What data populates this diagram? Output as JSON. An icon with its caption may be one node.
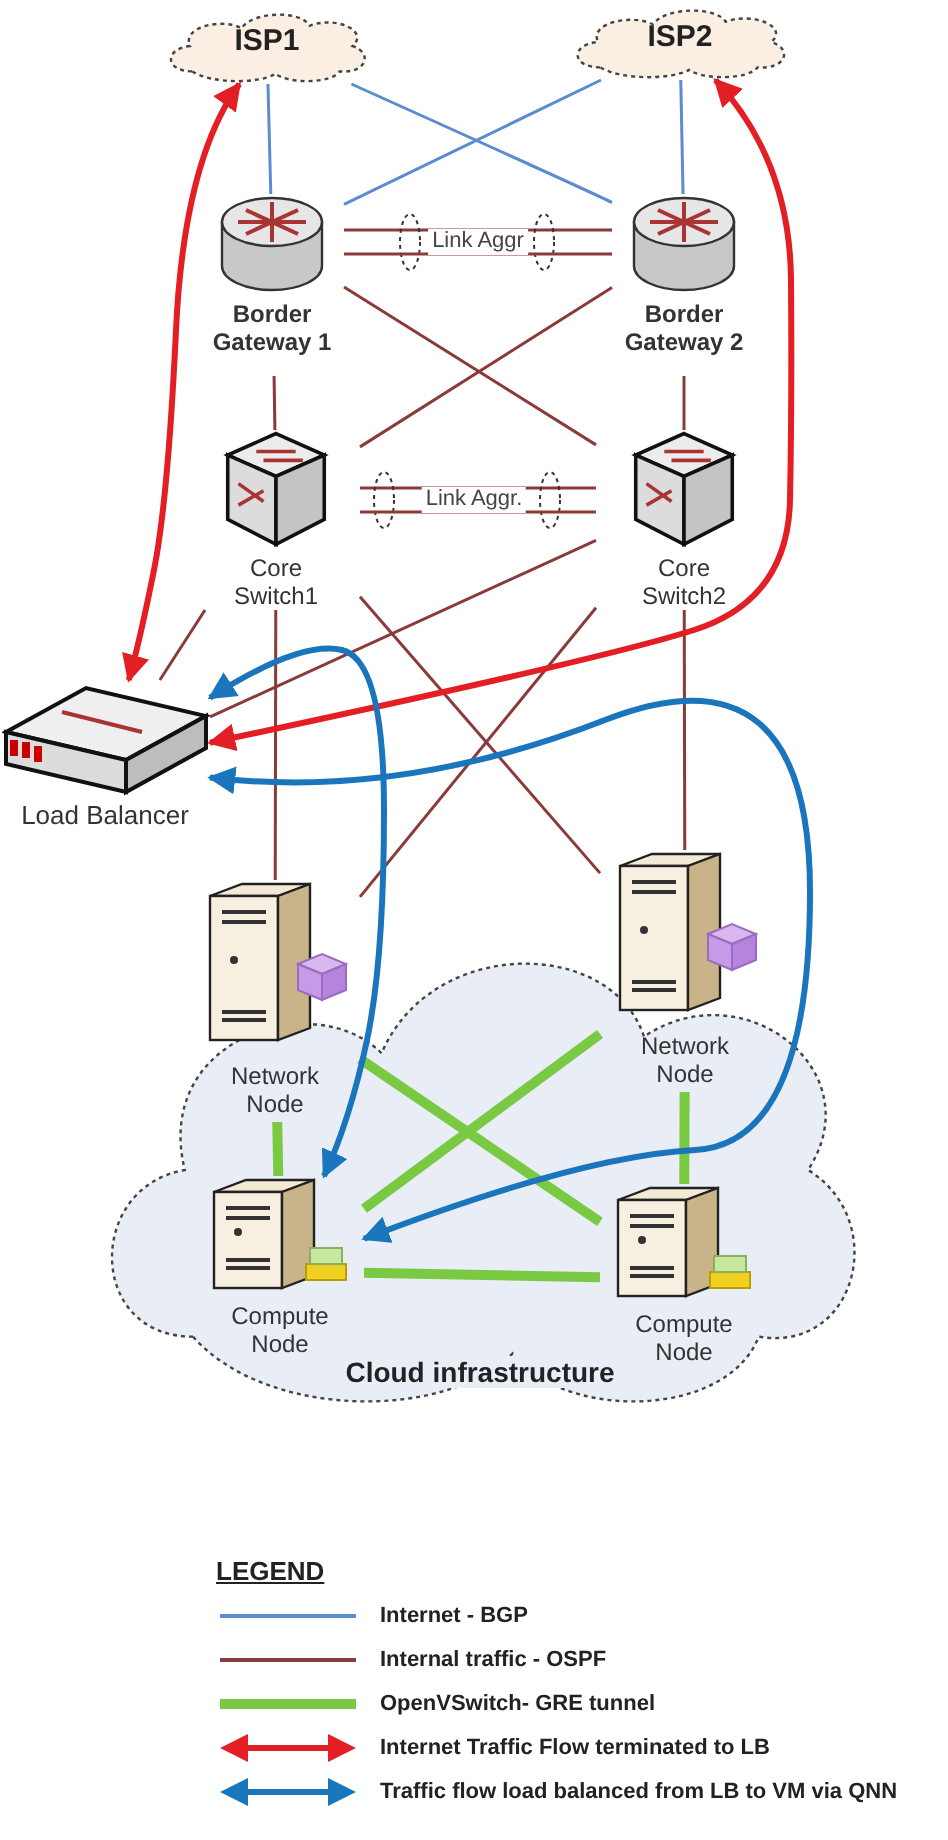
{
  "diagram": {
    "nodes": [
      {
        "text": [
          "ISP1"
        ]
      },
      {
        "text": [
          "ISP2"
        ]
      },
      {
        "text": [
          "Border Gateway 1"
        ]
      },
      {
        "text": [
          "Border Gateway 2"
        ]
      },
      {
        "text": [
          "Core Switch1"
        ]
      },
      {
        "text": [
          "Core Switch2"
        ]
      },
      {
        "text": [
          "Load Balancer"
        ]
      },
      {
        "text": [
          "Cloud infrastructure"
        ]
      },
      {
        "text": [
          "Network Node"
        ]
      },
      {
        "text": [
          "Network Node"
        ]
      },
      {
        "text": [
          "Compute Node"
        ],
        "in": 7
      },
      {
        "text": [
          "Compute Node"
        ],
        "in": 7
      }
    ],
    "edges": [
      {
        "from": 0,
        "to": 2,
        "arrow": "none",
        "color": "#5b8bd0"
      },
      {
        "from": 0,
        "to": 3,
        "arrow": "none",
        "color": "#5b8bd0"
      },
      {
        "from": 1,
        "to": 2,
        "arrow": "none",
        "color": "#5b8bd0"
      },
      {
        "from": 1,
        "to": 3,
        "arrow": "none",
        "color": "#5b8bd0"
      },
      {
        "from": 2,
        "to": 3,
        "arrow": "none",
        "label": "Link Aggr"
      },
      {
        "from": 2,
        "to": 3,
        "arrow": "none"
      },
      {
        "from": 2,
        "to": 4,
        "arrow": "none"
      },
      {
        "from": 2,
        "to": 5,
        "arrow": "none"
      },
      {
        "from": 3,
        "to": 4,
        "arrow": "none"
      },
      {
        "from": 3,
        "to": 5,
        "arrow": "none"
      },
      {
        "from": 4,
        "to": 5,
        "arrow": "none",
        "label": "Link Aggr."
      },
      {
        "from": 4,
        "to": 5,
        "arrow": "none"
      },
      {
        "from": 4,
        "to": 6,
        "arrow": "none"
      },
      {
        "from": 5,
        "to": 6,
        "arrow": "none"
      },
      {
        "from": 4,
        "to": 8,
        "arrow": "none"
      },
      {
        "from": 4,
        "to": 9,
        "arrow": "none"
      },
      {
        "from": 5,
        "to": 8,
        "arrow": "none"
      },
      {
        "from": 5,
        "to": 9,
        "arrow": "none"
      },
      {
        "from": 8,
        "to": 10,
        "arrow": "none",
        "style": "thick",
        "color": "#7ac943"
      },
      {
        "from": 8,
        "to": 11,
        "arrow": "none",
        "style": "thick",
        "color": "#7ac943"
      },
      {
        "from": 9,
        "to": 10,
        "arrow": "none",
        "style": "thick",
        "color": "#7ac943"
      },
      {
        "from": 9,
        "to": 11,
        "arrow": "none",
        "style": "thick",
        "color": "#7ac943"
      },
      {
        "from": 10,
        "to": 11,
        "arrow": "none",
        "style": "thick",
        "color": "#7ac943"
      },
      {
        "from": 0,
        "to": 6,
        "arrow": "both",
        "style": "thick",
        "color": "#e31e24"
      },
      {
        "from": 1,
        "to": 6,
        "arrow": "both",
        "style": "thick",
        "color": "#e31e24"
      },
      {
        "from": 6,
        "to": 10,
        "arrow": "both",
        "style": "thick",
        "color": "#1b75bc"
      },
      {
        "from": 6,
        "to": 10,
        "arrow": "both",
        "style": "thick",
        "color": "#1b75bc"
      }
    ],
    "labels": [
      "LEGEND"
    ],
    "legend": [
      {
        "text": "Internet - BGP"
      },
      {
        "text": "Internal traffic - OSPF"
      },
      {
        "text": "OpenVSwitch- GRE tunnel"
      },
      {
        "text": "Internet Traffic Flow terminated to LB"
      },
      {
        "text": "Traffic flow load balanced from LB to VM via QNN"
      }
    ]
  }
}
